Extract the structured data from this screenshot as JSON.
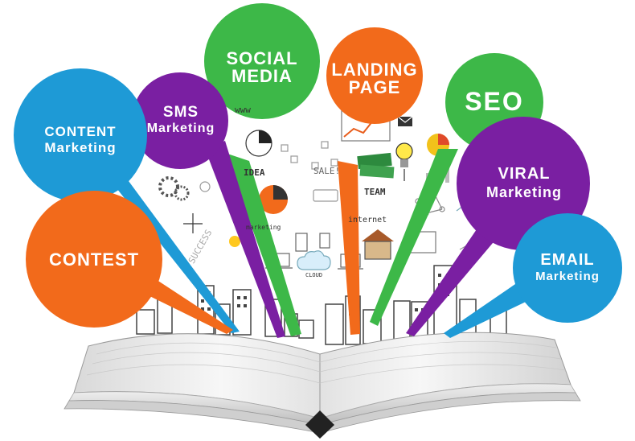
{
  "bubbles": {
    "social_media": {
      "line1": "SOCIAL",
      "line2": "MEDIA",
      "color": "#3db848"
    },
    "landing_page": {
      "line1": "LANDING",
      "line2": "PAGE",
      "color": "#f26a1b"
    },
    "seo": {
      "line1": "SEO",
      "color": "#3db848"
    },
    "sms": {
      "line1": "SMS",
      "line2": "Marketing",
      "color": "#7a1fa2"
    },
    "content": {
      "line1": "CONTENT",
      "line2": "Marketing",
      "color": "#1e9ad6"
    },
    "viral": {
      "line1": "VIRAL",
      "line2": "Marketing",
      "color": "#7a1fa2"
    },
    "contest": {
      "line1": "CONTEST",
      "color": "#f26a1b"
    },
    "email": {
      "line1": "EMAIL",
      "line2": "Marketing",
      "color": "#1e9ad6"
    }
  },
  "doodles": {
    "www": "www",
    "idea": "IDEA",
    "sale": "SALE!",
    "team": "TEAM",
    "internet": "internet",
    "marketing": "marketing",
    "cloud": "CLOUD",
    "success": "SUCCESS"
  },
  "icons": [
    "book-icon",
    "bar-chart-icon",
    "pie-chart-icon",
    "lightbulb-icon",
    "dollar-icon",
    "gear-icon",
    "house-icon",
    "cloud-icon",
    "laptop-icon",
    "envelope-icon",
    "money-icon",
    "city-buildings"
  ]
}
